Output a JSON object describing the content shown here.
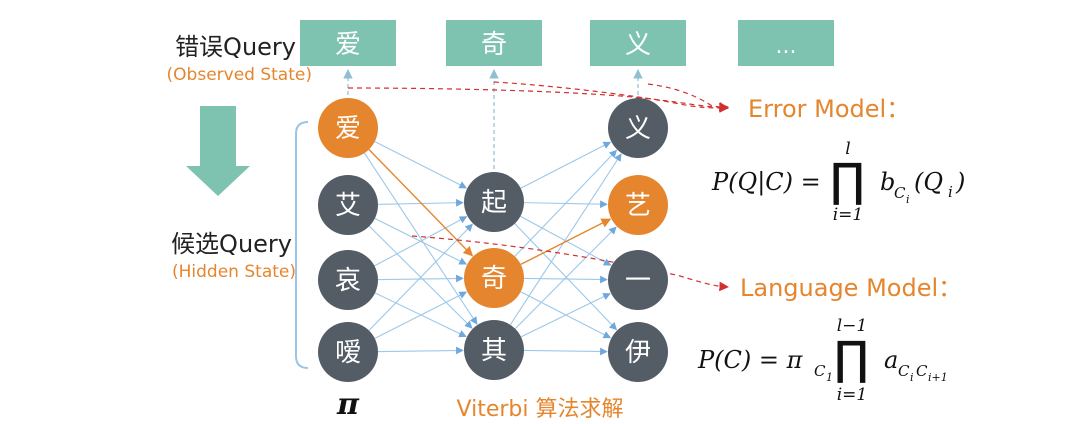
{
  "observed": {
    "label": "错误Query",
    "sublabel": "(Observed State)",
    "chars": [
      "爱",
      "奇",
      "义",
      "..."
    ]
  },
  "hidden": {
    "label": "候选Query",
    "sublabel": "(Hidden State)"
  },
  "lattice": {
    "columns": [
      [
        "爱",
        "艾",
        "哀",
        "嗳"
      ],
      [
        "起",
        "奇",
        "其"
      ],
      [
        "义",
        "艺",
        "一",
        "伊"
      ]
    ],
    "selected": [
      0,
      1,
      1
    ]
  },
  "pi_symbol": "π",
  "viterbi_label": "Viterbi 算法求解",
  "error_model": {
    "title": "Error Model：",
    "formula": {
      "lhs": "P(Q|C) =",
      "upper": "l",
      "lower": "i=1",
      "term": "b",
      "sub": "C",
      "subsub": "i",
      "arg": "(Q",
      "argsub": "i",
      "close": ")"
    }
  },
  "language_model": {
    "title": "Language Model：",
    "formula": {
      "lhs": "P(C) = π",
      "lhs_sub": "C",
      "lhs_subsub": "1",
      "upper": "l−1",
      "lower": "i=1",
      "term": "a",
      "sub": "C",
      "subsub1": "i",
      "sub2": "C",
      "subsub2": "i+1"
    }
  },
  "colors": {
    "teal": "#7ec3b0",
    "orange": "#e5862e",
    "node_gray": "#545c66",
    "edge_blue": "#9dc8e8",
    "edge_orange": "#e5862e",
    "arrow_red": "#d03030",
    "bracket": "#9dc3e6"
  }
}
